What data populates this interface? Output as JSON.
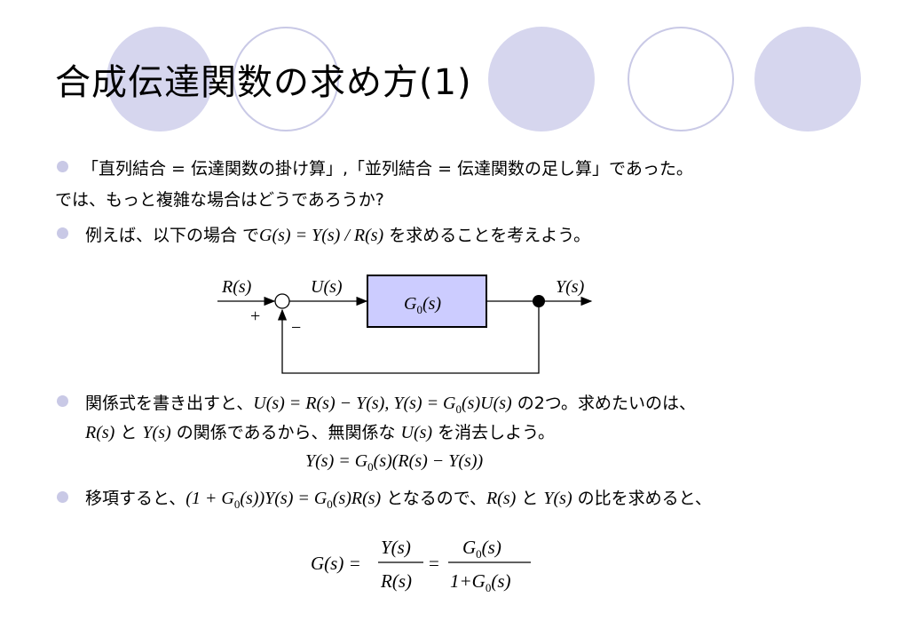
{
  "slide": {
    "title": "合成伝達関数の求め方(1)",
    "bullet1_text": "「直列結合 = 伝達関数の掛け算」,「並列結合 = 伝達関数の足し算」であった。",
    "line2_text": "では、もっと複雑な場合はどうであろうか?",
    "bullet2": {
      "prefix": "例えば、以下の場合 で",
      "math": "G(s) = Y(s) / R(s)",
      "suffix": " を求めることを考えよう。"
    },
    "bullet3": {
      "prefix": "関係式を書き出すと、",
      "math1": "U(s) = R(s) − Y(s), Y(s) = G",
      "math1_sub": "0",
      "math1_tail": "(s)U(s)",
      "mid": " の2つ。求めたいのは、",
      "line2_m1": "R(s)",
      "line2_t1": " と ",
      "line2_m2": "Y(s)",
      "line2_t2": " の関係であるから、無関係な ",
      "line2_m3": "U(s)",
      "line2_t3": " を消去しよう。"
    },
    "equation1": {
      "a": "Y(s) = G",
      "sub": "0",
      "b": "(s)(R(s) − Y(s))"
    },
    "bullet4": {
      "prefix": "移項すると、",
      "m1a": "(1 + G",
      "m1sub": "0",
      "m1b": "(s))Y(s) = G",
      "m1sub2": "0",
      "m1c": "(s)R(s)",
      "t1": " となるので、",
      "m2": "R(s)",
      "t2": " と ",
      "m3": "Y(s)",
      "t3": " の比を求めると、"
    },
    "equation2": {
      "lhs": "G(s) =",
      "num1": "Y(s)",
      "den1": "R(s)",
      "eq": "=",
      "num2a": "G",
      "num2sub": "0",
      "num2b": "(s)",
      "den2a": "1+G",
      "den2sub": "0",
      "den2b": "(s)"
    }
  },
  "diagram": {
    "input_label": "R(s)",
    "plus_sign": "+",
    "minus_sign": "−",
    "signal_label": "U(s)",
    "block_label_main": "G",
    "block_label_sub": "0",
    "block_label_tail": "(s)",
    "output_label": "Y(s)",
    "block_fill": "#ccccff"
  },
  "colors": {
    "bullet": "#c9c9e6",
    "decor_fill": "#d6d6ee",
    "decor_stroke": "#c9c9e6"
  }
}
